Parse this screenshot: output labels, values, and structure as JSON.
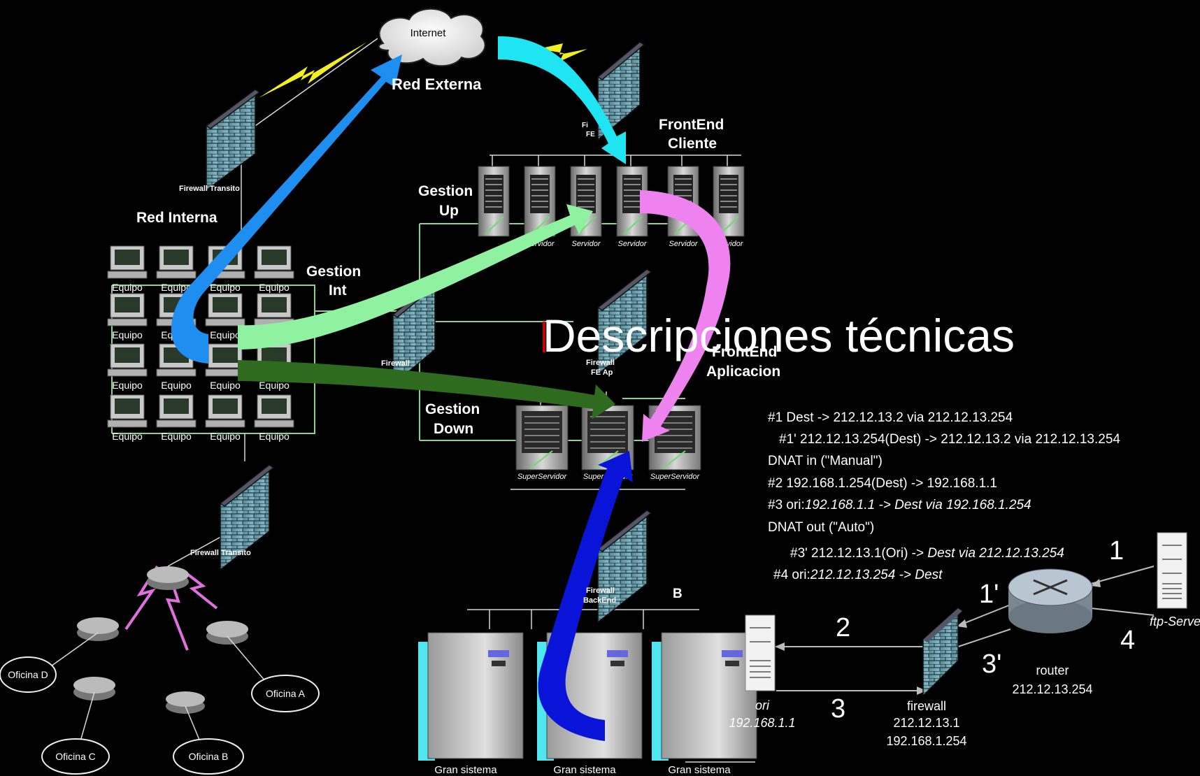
{
  "title": "Descripciones técnicas",
  "colors": {
    "background": "#000000",
    "arrow_blue": "#1e8ff0",
    "arrow_cyan": "#1fe4f2",
    "arrow_lightgreen": "#8ff2a0",
    "arrow_darkgreen": "#2e6b1f",
    "arrow_violet": "#ee82ee",
    "arrow_navy": "#0a14d8",
    "link_green": "#90d090",
    "lightning_yellow": "#f2f020",
    "lightning_pink": "#e070e0"
  },
  "network": {
    "internet": "Internet",
    "red_externa": "Red Externa",
    "red_interna": "Red Interna",
    "firewall_transito": "Firewall Transito",
    "firewall": "Firewall",
    "firewall_fe_ap_1": "Firewall",
    "firewall_fe_ap_2": "FE Ap",
    "firewall_backend_1": "Firewall",
    "firewall_backend_2": "BackEnd",
    "firewall_fe_partial_1": "Fi",
    "firewall_fe_partial_2": "FE",
    "frontend_cliente_1": "FrontEnd",
    "frontend_cliente_2": "Cliente",
    "frontend_aplicacion_1": "FrontEnd",
    "frontend_aplicacion_2": "Aplicacion",
    "gestion_up_1": "Gestion",
    "gestion_up_2": "Up",
    "gestion_int_1": "Gestion",
    "gestion_int_2": "Int",
    "gestion_down_1": "Gestion",
    "gestion_down_2": "Down",
    "backend_partial": "B",
    "equipo": "Equipo",
    "servidor": "Servidor",
    "superservidor": "SuperServidor",
    "gran_sistema": "Gran sistema",
    "oficinas": [
      "Oficina D",
      "Oficina A",
      "Oficina C",
      "Oficina B"
    ]
  },
  "notes": [
    {
      "text": "#1 Dest -> 212.12.13.2 via 212.12.13.254"
    },
    {
      "text": "#1' 212.12.13.254(Dest) -> 212.12.13.2 via 212.12.13.254"
    },
    {
      "text": "DNAT in (\"Manual\")"
    },
    {
      "text": "#2 192.168.1.254(Dest) -> 192.168.1.1"
    },
    {
      "text_a": "#3 ori:",
      "text_b": "192.168.1.1 -> Dest via 192.168.1.254"
    },
    {
      "text": "DNAT out (\"Auto\")"
    },
    {
      "text_a": "#3' 212.12.13.1(Ori) -> ",
      "text_b": "Dest via 212.12.13.254"
    },
    {
      "text_a": "#4 ori:",
      "text_b": "212.12.13.254 -> Dest"
    }
  ],
  "nat_diagram": {
    "step_1": "1",
    "step_1p": "1'",
    "step_2": "2",
    "step_3": "3",
    "step_3p": "3'",
    "step_4": "4",
    "ftp_server": "ftp-Server",
    "router_label": "router",
    "router_ip": "212.12.13.254",
    "ori_label": "ori",
    "ori_ip": "192.168.1.1",
    "firewall_label": "firewall",
    "firewall_ip1": "212.12.13.1",
    "firewall_ip2": "192.168.1.254"
  }
}
